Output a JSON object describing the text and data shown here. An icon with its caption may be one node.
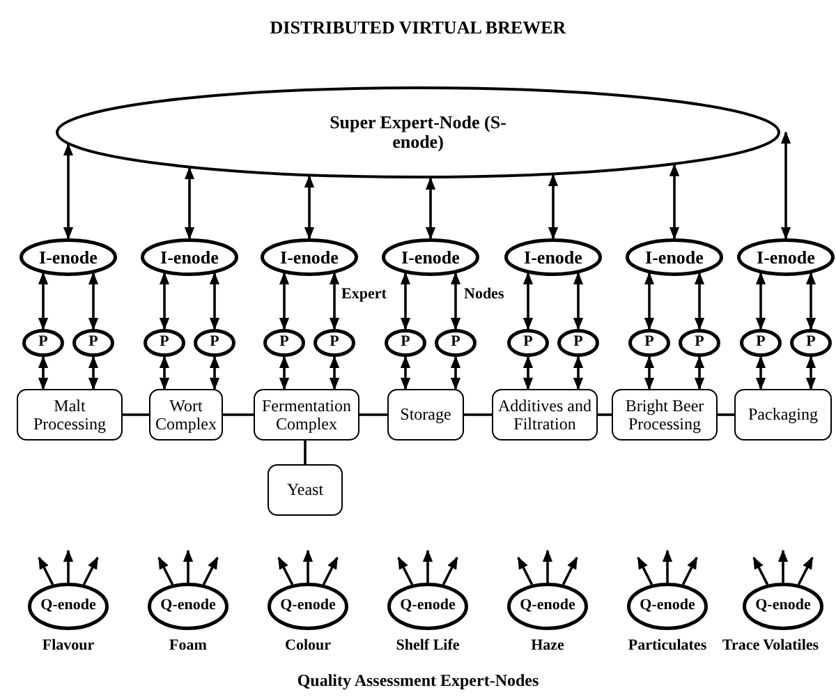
{
  "diagram": {
    "title": "DISTRIBUTED VIRTUAL BREWER",
    "caption": "Quality Assessment Expert-Nodes",
    "nodes": [
      {
        "text": [
          "Super Expert-Node (S-enode)"
        ]
      },
      {
        "text": [
          "I-enode"
        ]
      },
      {
        "text": [
          "I-enode"
        ]
      },
      {
        "text": [
          "I-enode"
        ]
      },
      {
        "text": [
          "I-enode"
        ]
      },
      {
        "text": [
          "I-enode"
        ]
      },
      {
        "text": [
          "I-enode"
        ]
      },
      {
        "text": [
          "I-enode"
        ]
      },
      {
        "text": [
          "P"
        ]
      },
      {
        "text": [
          "P"
        ]
      },
      {
        "text": [
          "P"
        ]
      },
      {
        "text": [
          "P"
        ]
      },
      {
        "text": [
          "P"
        ]
      },
      {
        "text": [
          "P"
        ]
      },
      {
        "text": [
          "P"
        ]
      },
      {
        "text": [
          "P"
        ]
      },
      {
        "text": [
          "P"
        ]
      },
      {
        "text": [
          "P"
        ]
      },
      {
        "text": [
          "P"
        ]
      },
      {
        "text": [
          "P"
        ]
      },
      {
        "text": [
          "P"
        ]
      },
      {
        "text": [
          "P"
        ]
      },
      {
        "text": [
          "Malt Processing"
        ]
      },
      {
        "text": [
          "Wort Complex"
        ]
      },
      {
        "text": [
          "Fermentation Complex"
        ]
      },
      {
        "text": [
          "Storage"
        ]
      },
      {
        "text": [
          "Additives and Filtration"
        ]
      },
      {
        "text": [
          "Bright Beer Processing"
        ]
      },
      {
        "text": [
          "Packaging"
        ]
      },
      {
        "text": [
          "Yeast"
        ]
      },
      {
        "text": [
          "Q-enode"
        ],
        "beside": [
          "Flavour"
        ]
      },
      {
        "text": [
          "Q-enode"
        ],
        "beside": [
          "Foam"
        ]
      },
      {
        "text": [
          "Q-enode"
        ],
        "beside": [
          "Colour"
        ]
      },
      {
        "text": [
          "Q-enode"
        ],
        "beside": [
          "Shelf Life"
        ]
      },
      {
        "text": [
          "Q-enode"
        ],
        "beside": [
          "Haze"
        ]
      },
      {
        "text": [
          "Q-enode"
        ],
        "beside": [
          "Particulates"
        ]
      },
      {
        "text": [
          "Q-enode"
        ],
        "beside": [
          "Trace Volatiles"
        ]
      }
    ],
    "edges": [
      {
        "from": 0,
        "to": 1,
        "arrow": "both"
      },
      {
        "from": 0,
        "to": 2,
        "arrow": "both"
      },
      {
        "from": 0,
        "to": 3,
        "arrow": "both"
      },
      {
        "from": 0,
        "to": 4,
        "arrow": "both"
      },
      {
        "from": 0,
        "to": 5,
        "arrow": "both"
      },
      {
        "from": 0,
        "to": 6,
        "arrow": "both"
      },
      {
        "from": 0,
        "to": 7,
        "arrow": "both"
      },
      {
        "from": 1,
        "to": 8,
        "arrow": "both"
      },
      {
        "from": 1,
        "to": 9,
        "arrow": "both"
      },
      {
        "from": 2,
        "to": 10,
        "arrow": "both"
      },
      {
        "from": 2,
        "to": 11,
        "arrow": "both"
      },
      {
        "from": 3,
        "to": 12,
        "arrow": "both"
      },
      {
        "from": 3,
        "to": 13,
        "arrow": "both"
      },
      {
        "from": 4,
        "to": 14,
        "arrow": "both"
      },
      {
        "from": 4,
        "to": 15,
        "arrow": "both"
      },
      {
        "from": 5,
        "to": 16,
        "arrow": "both"
      },
      {
        "from": 5,
        "to": 17,
        "arrow": "both"
      },
      {
        "from": 6,
        "to": 18,
        "arrow": "both"
      },
      {
        "from": 6,
        "to": 19,
        "arrow": "both"
      },
      {
        "from": 7,
        "to": 20,
        "arrow": "both"
      },
      {
        "from": 7,
        "to": 21,
        "arrow": "both"
      },
      {
        "from": 8,
        "to": 22,
        "arrow": "both"
      },
      {
        "from": 9,
        "to": 22,
        "arrow": "both"
      },
      {
        "from": 10,
        "to": 23,
        "arrow": "both"
      },
      {
        "from": 11,
        "to": 23,
        "arrow": "both"
      },
      {
        "from": 12,
        "to": 24,
        "arrow": "both"
      },
      {
        "from": 13,
        "to": 24,
        "arrow": "both"
      },
      {
        "from": 14,
        "to": 25,
        "arrow": "both"
      },
      {
        "from": 15,
        "to": 25,
        "arrow": "both"
      },
      {
        "from": 16,
        "to": 26,
        "arrow": "both"
      },
      {
        "from": 17,
        "to": 26,
        "arrow": "both"
      },
      {
        "from": 18,
        "to": 27,
        "arrow": "both"
      },
      {
        "from": 19,
        "to": 27,
        "arrow": "both"
      },
      {
        "from": 20,
        "to": 28,
        "arrow": "both"
      },
      {
        "from": 21,
        "to": 28,
        "arrow": "both"
      },
      {
        "from": 22,
        "to": 23,
        "arrow": "none"
      },
      {
        "from": 23,
        "to": 24,
        "arrow": "none"
      },
      {
        "from": 24,
        "to": 25,
        "arrow": "none"
      },
      {
        "from": 25,
        "to": 26,
        "arrow": "none"
      },
      {
        "from": 26,
        "to": 27,
        "arrow": "none"
      },
      {
        "from": 27,
        "to": 28,
        "arrow": "none"
      },
      {
        "from": 24,
        "to": 29,
        "arrow": "none"
      },
      {
        "from": 30,
        "to": null,
        "arrow": "to"
      },
      {
        "from": 30,
        "to": null,
        "arrow": "to"
      },
      {
        "from": 30,
        "to": null,
        "arrow": "to"
      },
      {
        "from": 31,
        "to": null,
        "arrow": "to"
      },
      {
        "from": 31,
        "to": null,
        "arrow": "to"
      },
      {
        "from": 31,
        "to": null,
        "arrow": "to"
      },
      {
        "from": 32,
        "to": null,
        "arrow": "to"
      },
      {
        "from": 32,
        "to": null,
        "arrow": "to"
      },
      {
        "from": 32,
        "to": null,
        "arrow": "to"
      },
      {
        "from": 33,
        "to": null,
        "arrow": "to"
      },
      {
        "from": 33,
        "to": null,
        "arrow": "to"
      },
      {
        "from": 33,
        "to": null,
        "arrow": "to"
      },
      {
        "from": 34,
        "to": null,
        "arrow": "to"
      },
      {
        "from": 34,
        "to": null,
        "arrow": "to"
      },
      {
        "from": 34,
        "to": null,
        "arrow": "to"
      },
      {
        "from": 35,
        "to": null,
        "arrow": "to"
      },
      {
        "from": 35,
        "to": null,
        "arrow": "to"
      },
      {
        "from": 35,
        "to": null,
        "arrow": "to"
      },
      {
        "from": 36,
        "to": null,
        "arrow": "to"
      },
      {
        "from": 36,
        "to": null,
        "arrow": "to"
      },
      {
        "from": 36,
        "to": null,
        "arrow": "to"
      }
    ],
    "labels": [
      "Expert",
      "Nodes"
    ]
  }
}
